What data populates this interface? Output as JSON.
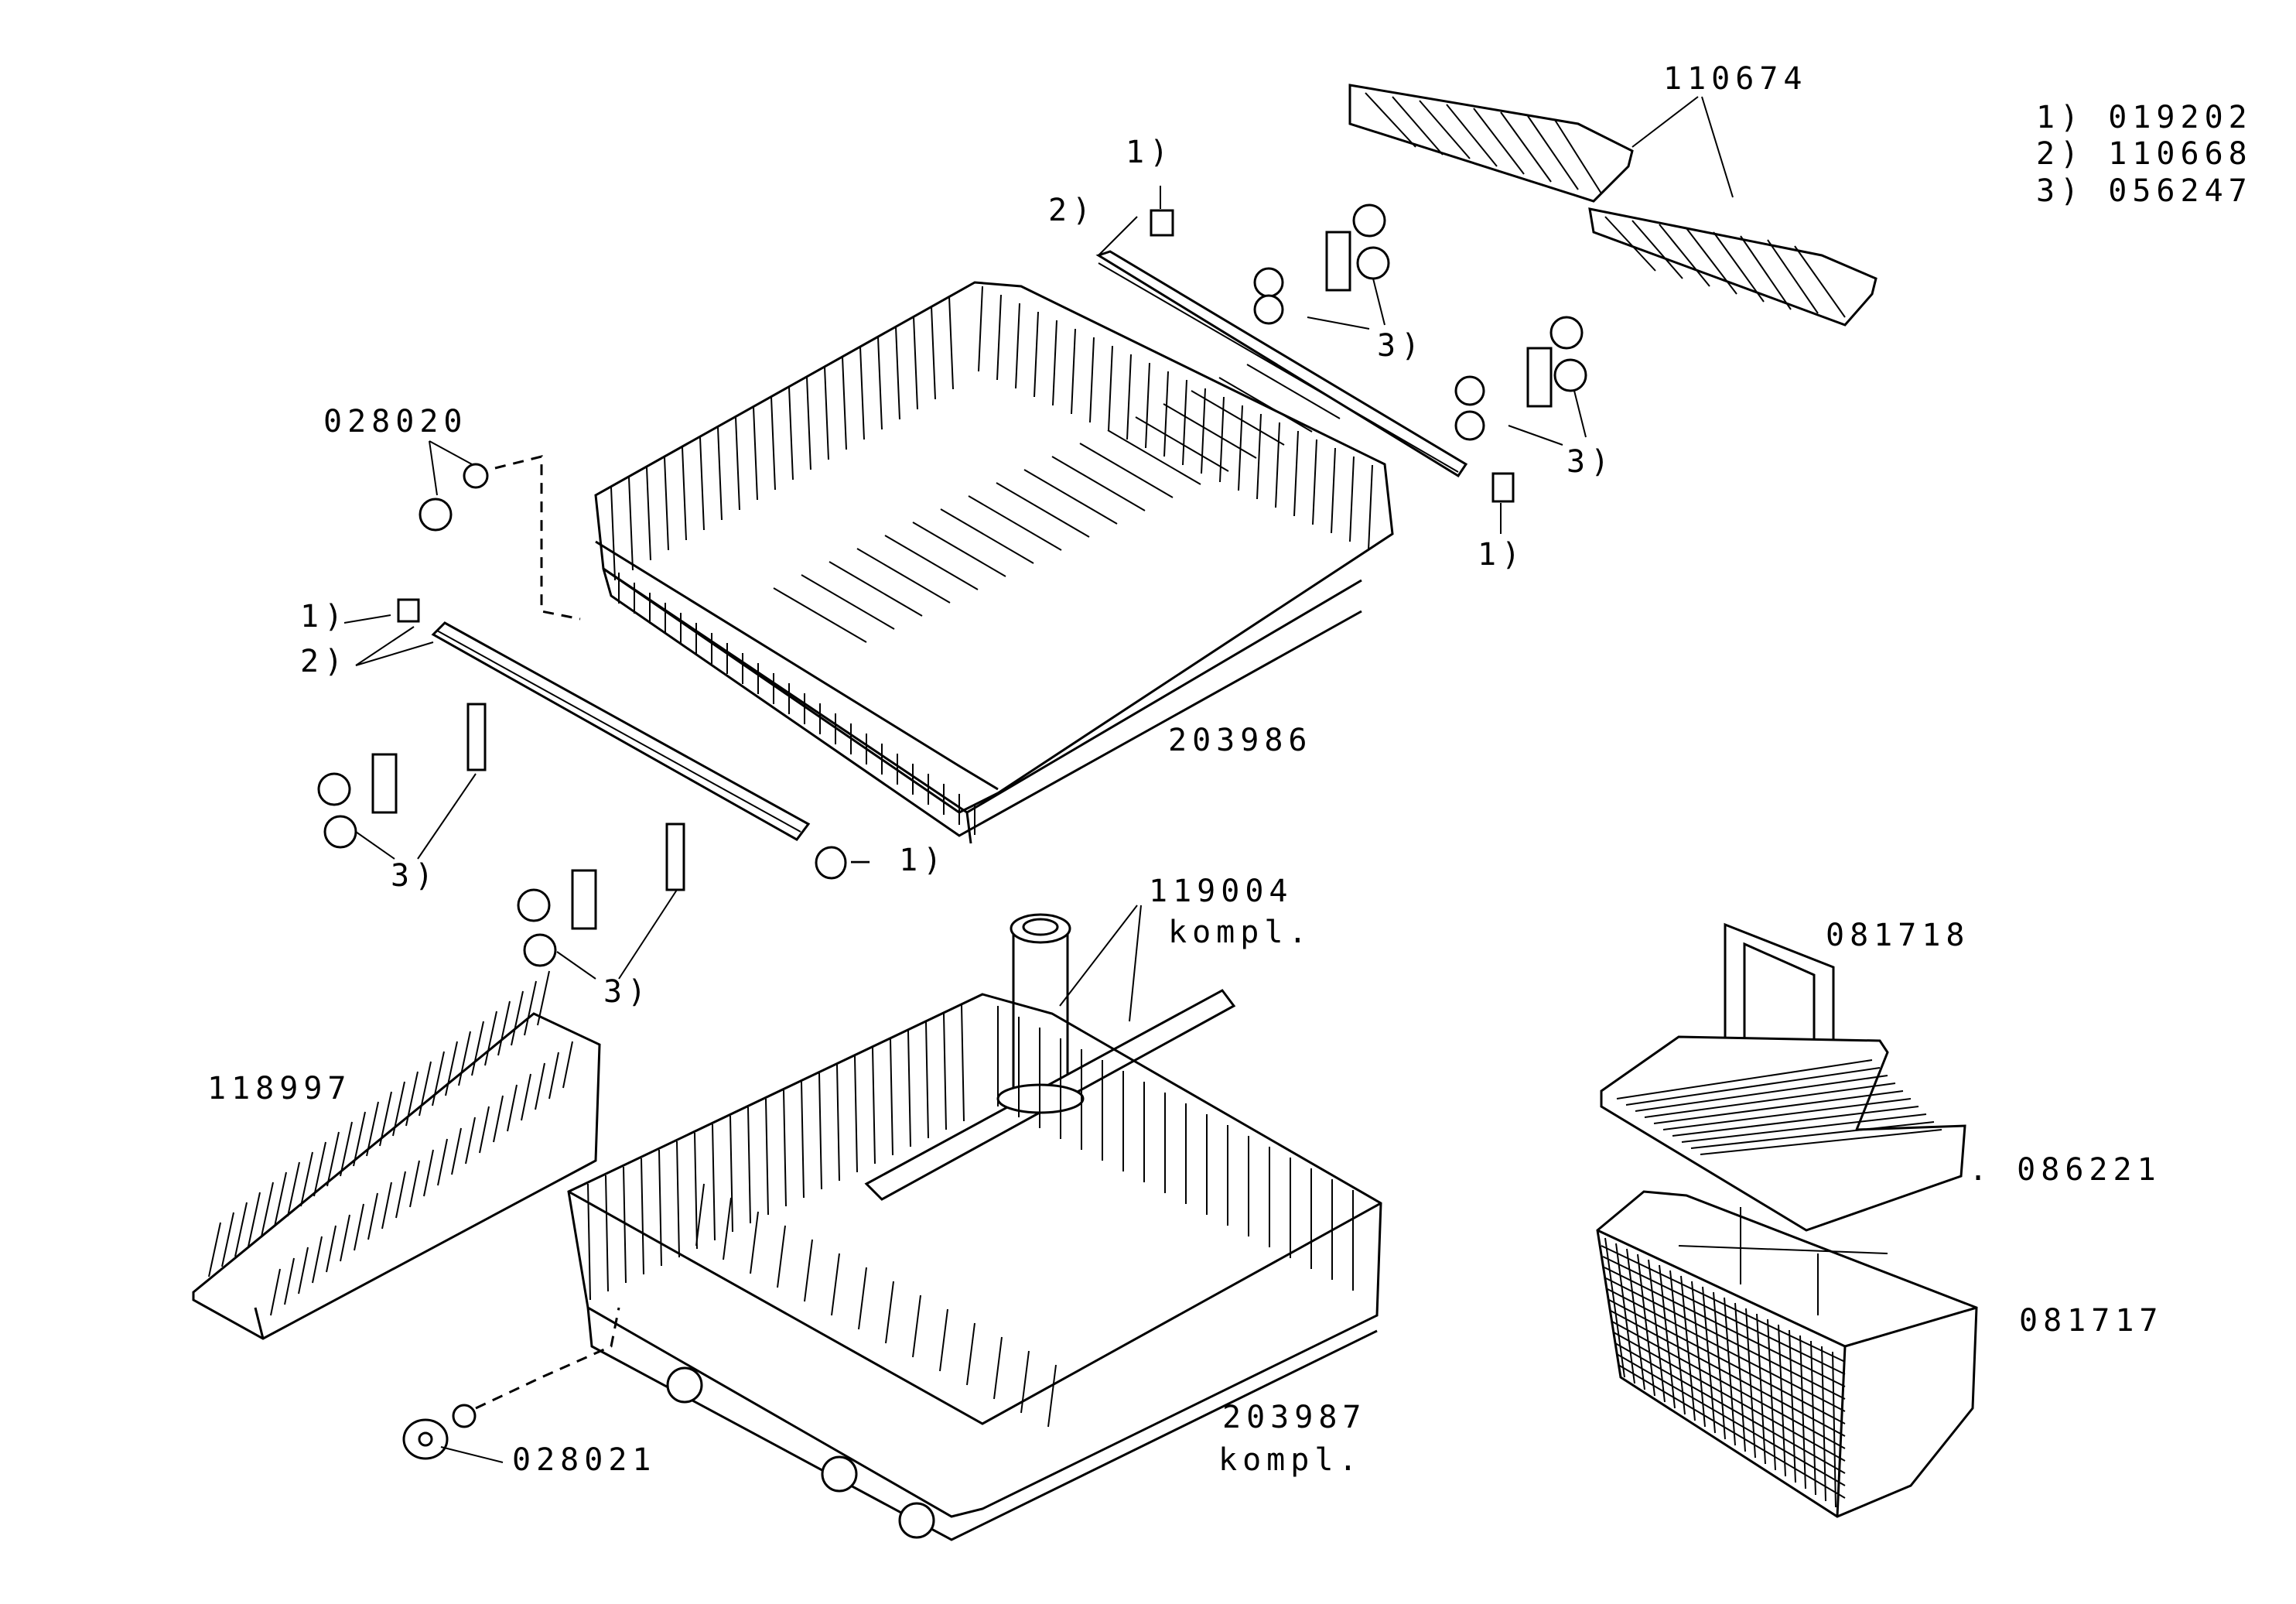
{
  "legend": {
    "item1": "1) 019202",
    "item2": "2) 110668",
    "item3": "3) 056247"
  },
  "labels": {
    "p110674": "110674",
    "p028020": "028020",
    "p203986": "203986",
    "p119004": "119004",
    "kompl_119004": "kompl.",
    "p118997": "118997",
    "p203987": "203987",
    "kompl_203987": "kompl.",
    "p028021": "028021",
    "p081718": "081718",
    "p086221": ". 086221",
    "p081717": "081717"
  },
  "callouts": {
    "one": "1)",
    "two": "2)",
    "three": "3)",
    "one_dash": "— 1)"
  }
}
